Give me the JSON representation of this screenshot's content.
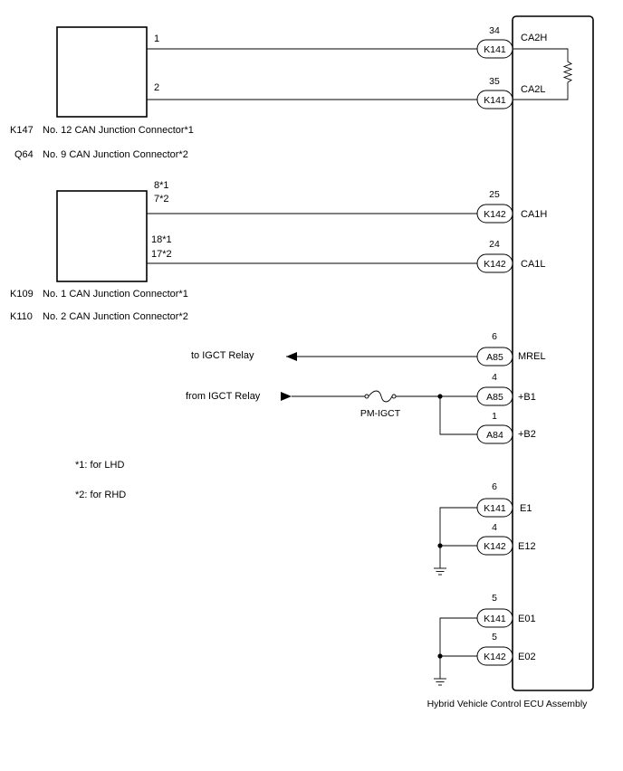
{
  "junction_connectors": {
    "top": {
      "labels": [
        {
          "code": "K147",
          "name": "No. 12 CAN Junction Connector*1"
        },
        {
          "code": "Q64",
          "name": "No. 9 CAN Junction Connector*2"
        }
      ],
      "pins": [
        "1",
        "2"
      ]
    },
    "bottom": {
      "labels": [
        {
          "code": "K109",
          "name": "No. 1 CAN Junction Connector*1"
        },
        {
          "code": "K110",
          "name": "No. 2 CAN Junction Connector*2"
        }
      ],
      "pins": [
        {
          "a": "8*1",
          "b": "7*2"
        },
        {
          "a": "18*1",
          "b": "17*2"
        }
      ]
    }
  },
  "ecu": {
    "name": "Hybrid Vehicle Control ECU Assembly",
    "terminals": [
      {
        "pin": "34",
        "connector": "K141",
        "signal": "CA2H"
      },
      {
        "pin": "35",
        "connector": "K141",
        "signal": "CA2L"
      },
      {
        "pin": "25",
        "connector": "K142",
        "signal": "CA1H"
      },
      {
        "pin": "24",
        "connector": "K142",
        "signal": "CA1L"
      },
      {
        "pin": "6",
        "connector": "A85",
        "signal": "MREL"
      },
      {
        "pin": "4",
        "connector": "A85",
        "signal": "+B1"
      },
      {
        "pin": "1",
        "connector": "A84",
        "signal": "+B2"
      },
      {
        "pin": "6",
        "connector": "K141",
        "signal": "E1"
      },
      {
        "pin": "4",
        "connector": "K142",
        "signal": "E12"
      },
      {
        "pin": "5",
        "connector": "K141",
        "signal": "E01"
      },
      {
        "pin": "5",
        "connector": "K142",
        "signal": "E02"
      }
    ]
  },
  "relay": {
    "to_label": "to IGCT Relay",
    "from_label": "from IGCT Relay",
    "fuse_label": "PM-IGCT"
  },
  "notes": [
    "*1: for LHD",
    "*2: for RHD"
  ]
}
